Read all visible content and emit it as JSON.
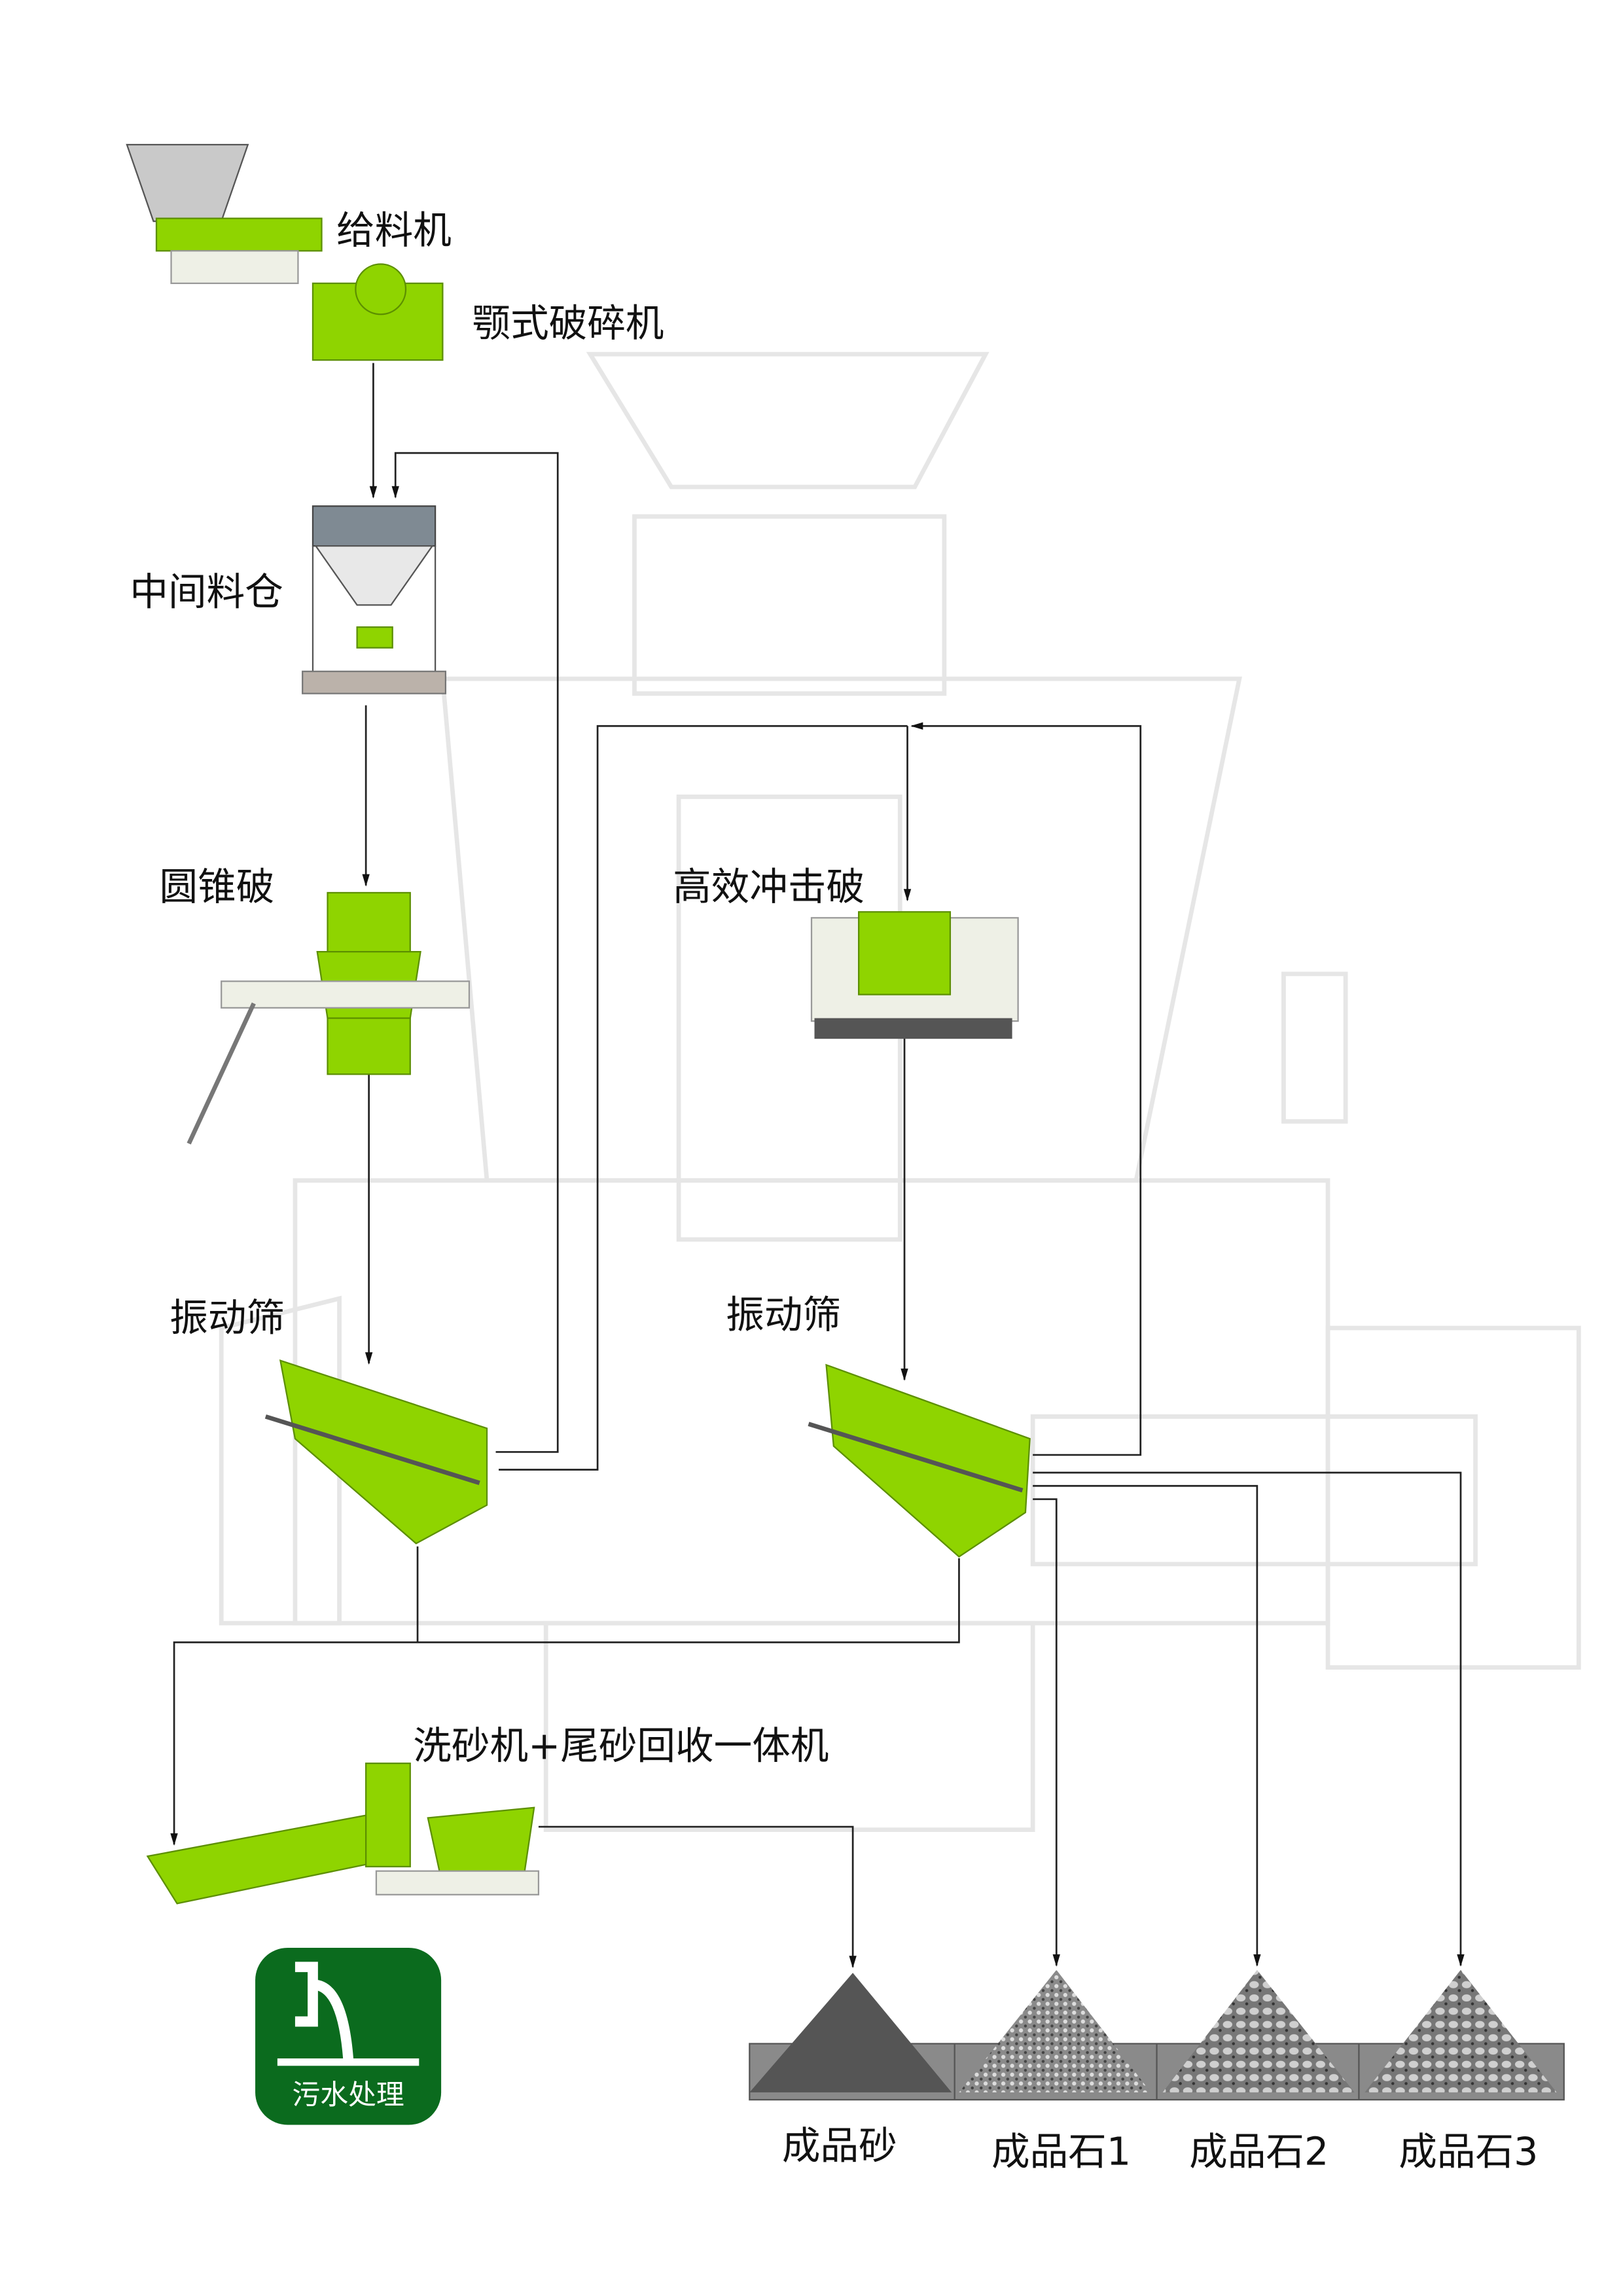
{
  "equipment": {
    "feeder": "给料机",
    "jaw_crusher": "颚式破碎机",
    "intermediate_bin": "中间料仓",
    "cone_crusher": "圆锥破",
    "impact_crusher": "高效冲击破",
    "screen_1": "振动筛",
    "screen_2": "振动筛",
    "sand_washer": "洗砂机+尾砂回收一体机"
  },
  "sewage": {
    "label": "污水处理",
    "color": "#0b6b1e"
  },
  "products": [
    {
      "label": "成品砂"
    },
    {
      "label": "成品石1"
    },
    {
      "label": "成品石2"
    },
    {
      "label": "成品石3"
    }
  ],
  "colors": {
    "machine_green": "#8fd400",
    "flow_line": "#222222",
    "background_drawing": "#e6e6e6"
  }
}
